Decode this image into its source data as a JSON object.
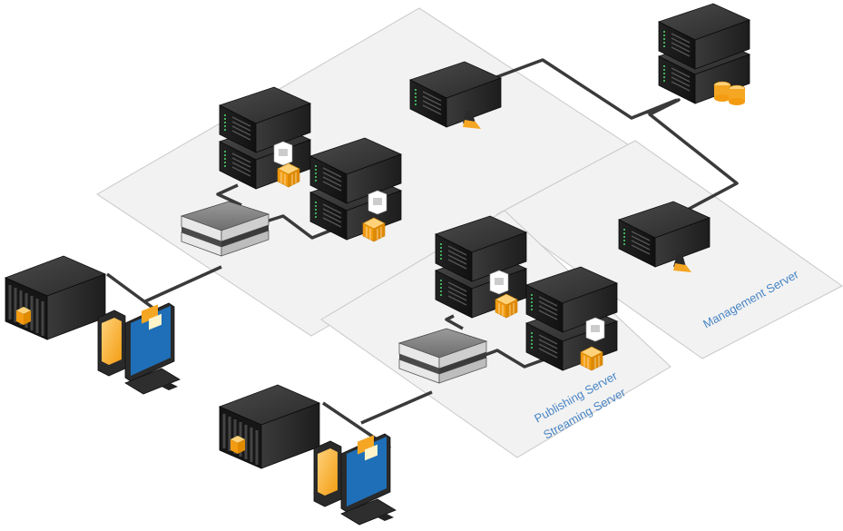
{
  "labels": {
    "management": "Management Server",
    "publishing": "Publishing Server",
    "streaming": "Streaming Server"
  },
  "colors": {
    "zone_fill": "#f2f2f2",
    "zone_stroke": "#bdbdbd",
    "cable": "#3a3a3a",
    "server_top": "#3b3b3b",
    "server_left": "#1e1e1e",
    "server_right": "#2b2b2b",
    "accent_orange": "#f5a623",
    "label_blue": "#4a86c5"
  }
}
